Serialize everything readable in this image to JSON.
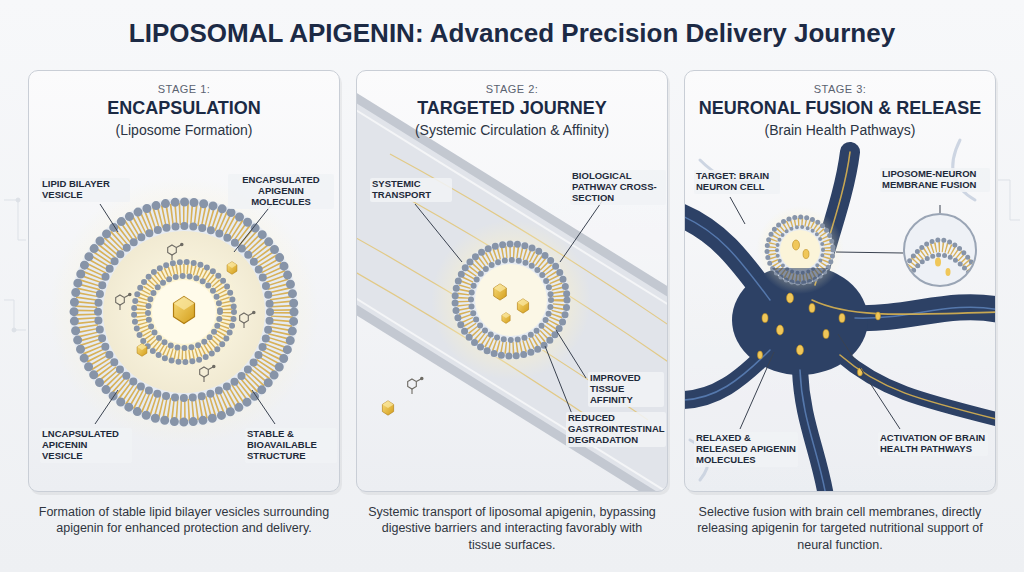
{
  "diagram": {
    "title": "LIPOSOMAL APIGENIN: Advanced Precision Delivery Journey",
    "nodes": [
      {
        "text": [
          "STAGE 1:",
          "ENCAPSULATION",
          "(Liposome Formation)"
        ]
      },
      {
        "text": [
          "STAGE 2:",
          "TARGETED JOURNEY",
          "(Systemic Circulation & Affinity)"
        ]
      },
      {
        "text": [
          "STAGE 3:",
          "NEURONAL FUSION & RELEASE",
          "(Brain Health Pathways)"
        ]
      }
    ],
    "labels": [
      "LIPID BILAYER VESICLE",
      "ENCAPSULATED APIGENIN MOLECULES",
      "LNCAPSULATED APICENIN VESICLE",
      "STABLE & BIOAVAILABLE STRUCTURE",
      "Formation of stable lipid bilayer vesicles surrounding apigenin for enhanced protection and delivery.",
      "SYSTEMIC TRANSPORT",
      "BIOLOGICAL PATHWAY CROSS-SECTION",
      "IMPROVED TISSUE AFFINITY",
      "REDUCED GASTROINTESTINAL DEGRADATION",
      "Systemic transport of liposomal apigenin, bypassing digestive barriers and interacting favorably with tissue surfaces.",
      "TARGET: BRAIN NEURON CELL",
      "LIPOSOME-NEURON MEMBRANE FUSION",
      "RELAXED & RELEASED APIGENIN MOLECULES",
      "ACTIVATION OF BRAIN HEALTH PATHWAYS",
      "Selective fusion with brain cell membranes, directly releasing apigenin for targeted nutritional support of neural function."
    ]
  }
}
